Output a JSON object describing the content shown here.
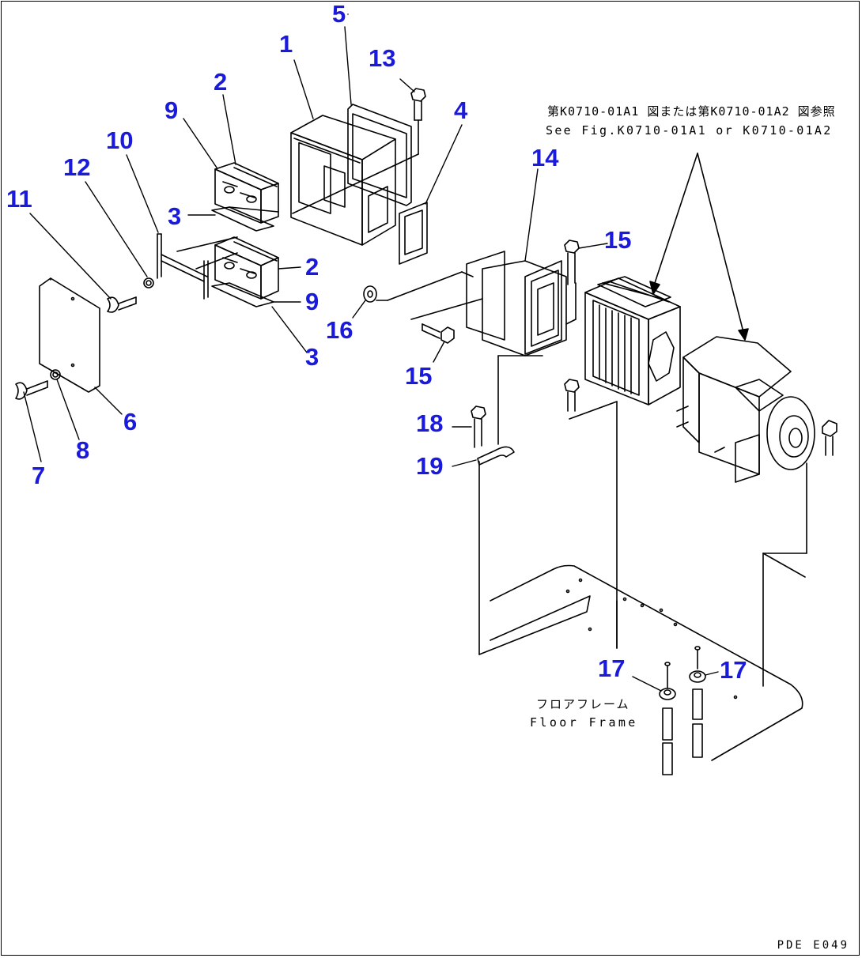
{
  "callouts": [
    {
      "label": "1",
      "id": "c1"
    },
    {
      "label": "2",
      "id": "c2a"
    },
    {
      "label": "2",
      "id": "c2b"
    },
    {
      "label": "3",
      "id": "c3a"
    },
    {
      "label": "3",
      "id": "c3b"
    },
    {
      "label": "4",
      "id": "c4"
    },
    {
      "label": "5",
      "id": "c5"
    },
    {
      "label": "6",
      "id": "c6"
    },
    {
      "label": "7",
      "id": "c7"
    },
    {
      "label": "8",
      "id": "c8"
    },
    {
      "label": "9",
      "id": "c9a"
    },
    {
      "label": "9",
      "id": "c9b"
    },
    {
      "label": "10",
      "id": "c10"
    },
    {
      "label": "11",
      "id": "c11"
    },
    {
      "label": "12",
      "id": "c12"
    },
    {
      "label": "13",
      "id": "c13"
    },
    {
      "label": "14",
      "id": "c14"
    },
    {
      "label": "15",
      "id": "c15a"
    },
    {
      "label": "15",
      "id": "c15b"
    },
    {
      "label": "16",
      "id": "c16"
    },
    {
      "label": "17",
      "id": "c17a"
    },
    {
      "label": "17",
      "id": "c17b"
    },
    {
      "label": "18",
      "id": "c18"
    },
    {
      "label": "19",
      "id": "c19"
    }
  ],
  "reference_note": {
    "japanese": "第K0710-01A1 図または第K0710-01A2 図参照",
    "english": "See Fig.K0710-01A1 or K0710-01A2"
  },
  "floor_label": {
    "japanese": "フロアフレーム",
    "english": "Floor Frame"
  },
  "drawing_code": "PDE E049",
  "colors": {
    "callout": "#1a1adc",
    "line": "#000000",
    "background": "#ffffff"
  }
}
